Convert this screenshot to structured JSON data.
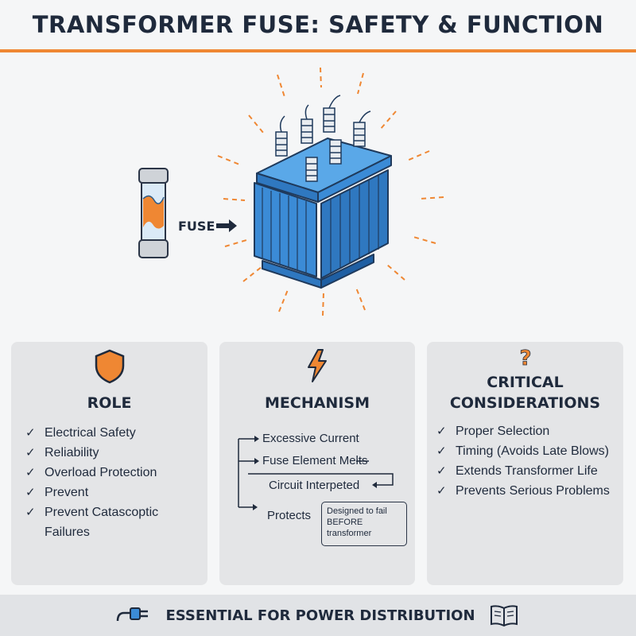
{
  "header": {
    "title": "TRANSFORMER FUSE: SAFETY & FUNCTION"
  },
  "illustration": {
    "fuse_label": "FUSE"
  },
  "cards": {
    "role": {
      "title": "ROLE",
      "icon": "shield-icon",
      "items": [
        "Electrical Safety",
        "Reliability",
        "Overload Protection",
        "Prevent",
        "Prevent Catascoptic Failures"
      ]
    },
    "mechanism": {
      "title": "MECHANISM",
      "icon": "lightning-icon",
      "steps": [
        "Excessive Current",
        "Fuse Element Melts",
        "Circuit Interpeted",
        "Protects"
      ],
      "note": "Designed to fail BEFORE transformer"
    },
    "considerations": {
      "title_line1": "CRITICAL",
      "title_line2": "CONSIDERATIONS",
      "icon": "question-icon",
      "items": [
        "Proper Selection",
        "Timing (Avoids Late Blows)",
        "Extends Transformer Life",
        "Prevents Serious Problems"
      ]
    }
  },
  "footer": {
    "text": "ESSENTIAL FOR POWER DISTRIBUTION",
    "left_icon": "power-plug-icon",
    "right_icon": "book-icon"
  },
  "colors": {
    "accent": "#ef8733",
    "navy": "#1f2a3c",
    "transformer_blue": "#3b8bd6",
    "card_bg": "#e4e5e7"
  }
}
